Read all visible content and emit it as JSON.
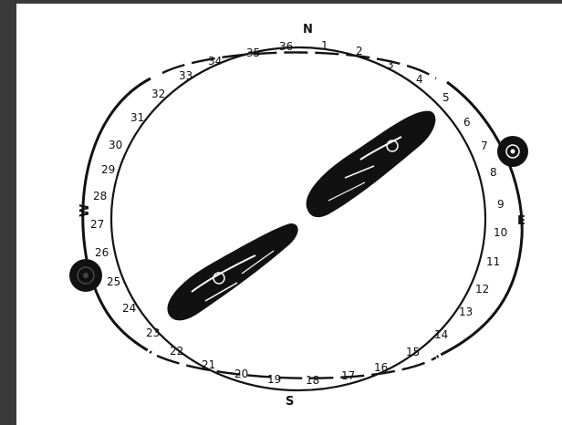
{
  "cardinals": {
    "north": "N",
    "east": "E",
    "south": "S",
    "west": "W"
  },
  "bearings": [
    "1",
    "2",
    "3",
    "4",
    "5",
    "6",
    "7",
    "8",
    "9",
    "10",
    "11",
    "12",
    "13",
    "14",
    "15",
    "16",
    "17",
    "18",
    "19",
    "20",
    "21",
    "22",
    "23",
    "24",
    "25",
    "26",
    "27",
    "28",
    "29",
    "30",
    "31",
    "32",
    "33",
    "34",
    "35",
    "36"
  ],
  "colors": {
    "ink": "#111111",
    "paper": "#ffffff",
    "frame": "#3a3a3a"
  },
  "icons": {
    "end_marker_east": "circular-target-icon",
    "end_marker_west": "circular-target-icon",
    "aircraft": "aircraft-silhouette-icon"
  }
}
